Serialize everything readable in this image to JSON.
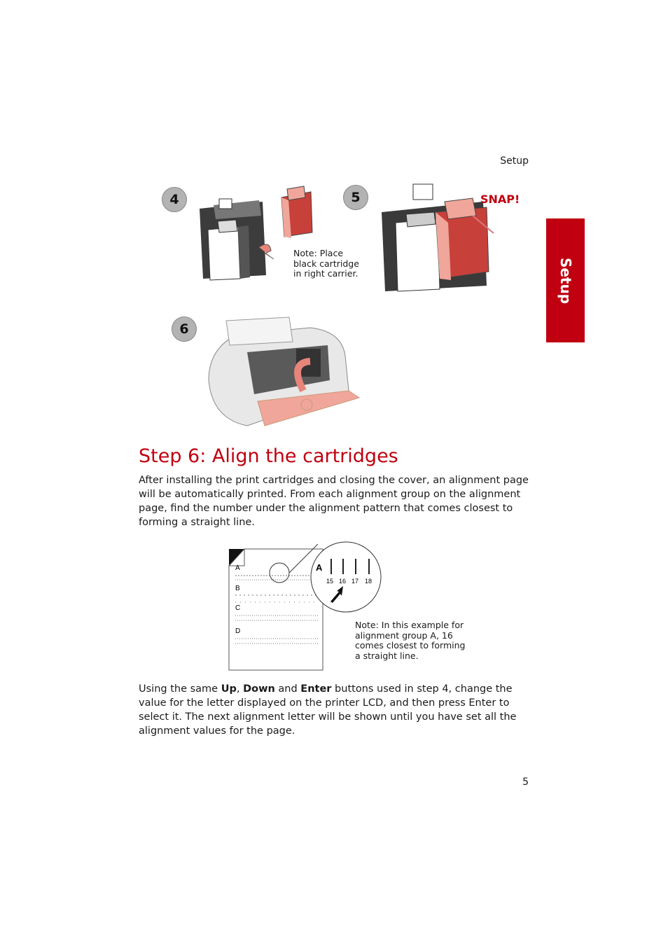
{
  "header": {
    "section_label": "Setup"
  },
  "side_tab": {
    "label": "Setup",
    "color": "#c00010"
  },
  "steps": [
    {
      "number": "4",
      "note": "Note: Place\nblack cartridge\nin right carrier."
    },
    {
      "number": "5",
      "callout": "SNAP!"
    },
    {
      "number": "6"
    }
  ],
  "section": {
    "heading": "Step 6: Align the cartridges",
    "intro": "After installing the print cartridges and closing the cover, an alignment page will be automatically printed. From each alignment group on the alignment page, find the number under the alignment pattern that comes closest to forming a straight line."
  },
  "alignment_figure": {
    "groups": [
      "A",
      "B",
      "C",
      "D"
    ],
    "zoom_letter": "A",
    "zoom_numbers": [
      "15",
      "16",
      "17",
      "18"
    ],
    "note": "Note: In this example for\nalignment group A, 16\ncomes closest to forming\na straight line."
  },
  "instructions": {
    "prefix": "Using the same ",
    "up": "Up",
    "comma": ", ",
    "down": "Down",
    "and": " and ",
    "enter": "Enter",
    "suffix": " buttons used in step 4, change the value for the letter displayed on the printer LCD, and then press Enter to select it. The next alignment letter will be shown until you have set all the alignment values for the page."
  },
  "footer": {
    "page_number": "5"
  },
  "colors": {
    "accent": "#c00010",
    "cartridge_red": "#c8403a",
    "cartridge_pink": "#f0a69a"
  }
}
